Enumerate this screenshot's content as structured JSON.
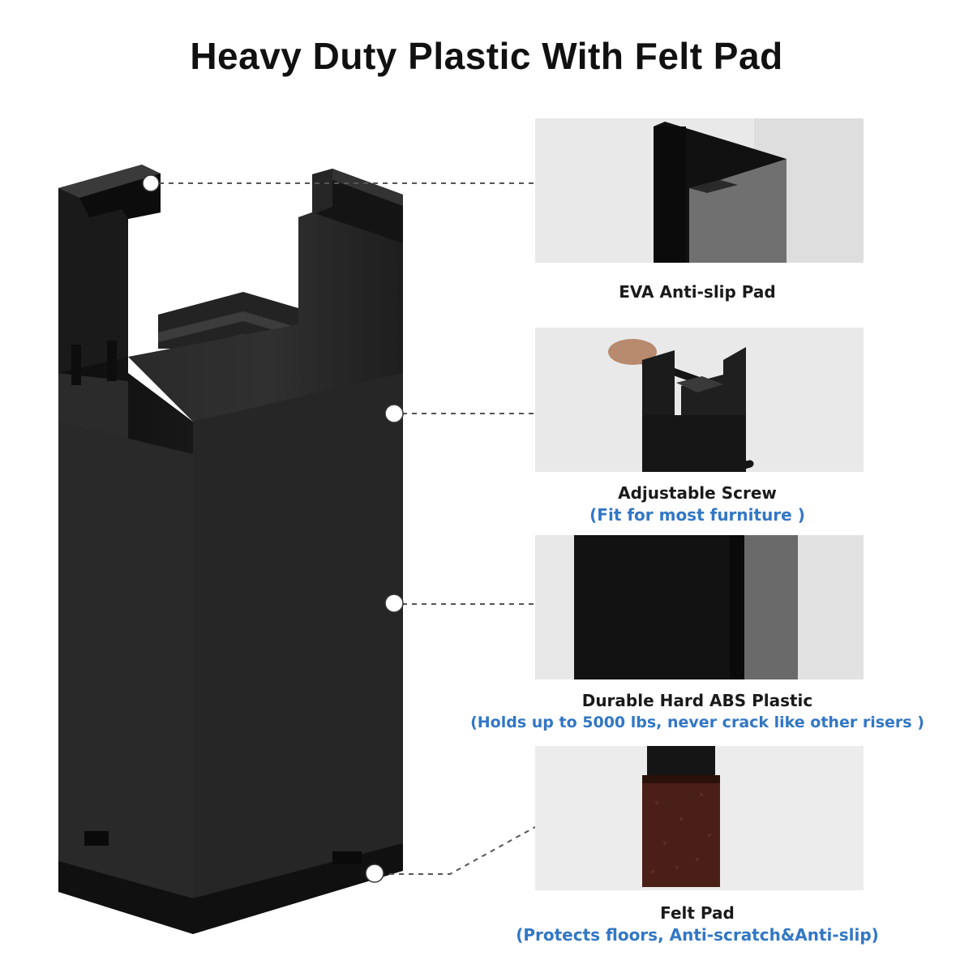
{
  "title": "Heavy Duty Plastic With Felt Pad",
  "colors": {
    "accent_blue": "#3277c5",
    "product_black": "#1b1b1b",
    "felt_brown": "#4a1f17",
    "panel_gray": "#e6e6e6"
  },
  "features": [
    {
      "label": "EVA Anti-slip Pad",
      "note": ""
    },
    {
      "label": "Adjustable Screw",
      "note": "(Fit for most furniture )"
    },
    {
      "label": "Durable Hard ABS Plastic",
      "note": "(Holds up to 5000 lbs, never crack like other risers )"
    },
    {
      "label": "Felt Pad",
      "note": "(Protects floors, Anti-scratch&Anti-slip)"
    }
  ]
}
